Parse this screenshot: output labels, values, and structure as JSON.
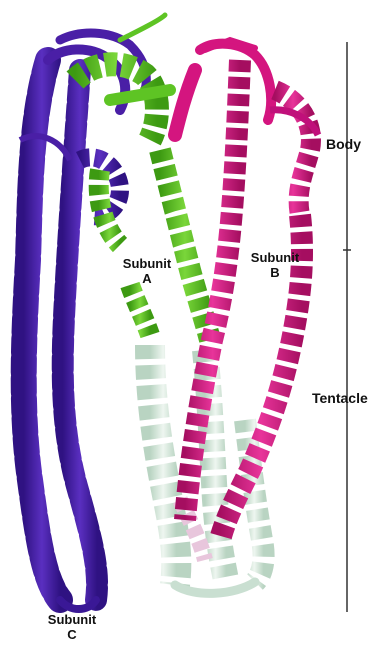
{
  "labels": {
    "body": "Body",
    "tentacle": "Tentacle",
    "subunit_a": {
      "line1": "Subunit",
      "line2": "A"
    },
    "subunit_b": {
      "line1": "Subunit",
      "line2": "B"
    },
    "subunit_c": {
      "line1": "Subunit",
      "line2": "C"
    }
  },
  "colors": {
    "subunit_a": "#5ec424",
    "subunit_b": "#d4157f",
    "subunit_c": "#4a1fa6",
    "tentacle_light": "#d9ebe0",
    "bracket_line": "#333333"
  }
}
